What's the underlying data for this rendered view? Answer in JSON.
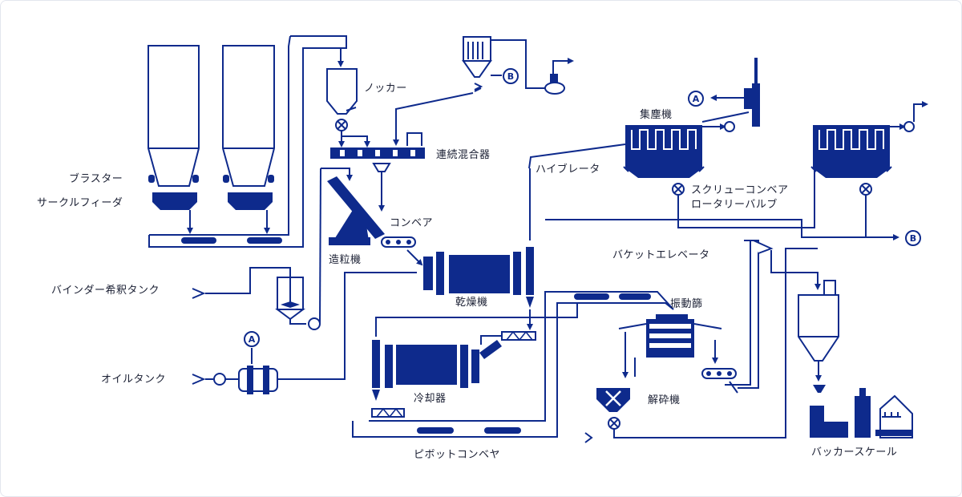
{
  "labels": {
    "blaster": "ブラスター",
    "circle_feeder": "サークルフィーダ",
    "knocker": "ノッカー",
    "continuous_mixer": "連続混合器",
    "conveyor": "コンベア",
    "granulator": "造粒機",
    "binder_tank": "バインダー希釈タンク",
    "oil_tank": "オイルタンク",
    "dryer": "乾燥機",
    "cooler": "冷却器",
    "pivot_conveyor": "ピボットコンベヤ",
    "vibrator": "ハイブレータ",
    "dust_collector": "集塵機",
    "screw_conveyor": "スクリューコンベア",
    "rotary_valve": "ロータリーバルブ",
    "bucket_elevator": "バケットエレベータ",
    "vibrating_screen": "振動篩",
    "crusher": "解砕機",
    "packer_scale": "バッカースケール"
  },
  "connectors": {
    "a": "A",
    "b": "B"
  },
  "colors": {
    "line": "#0e2a8c",
    "text": "#1a1f33",
    "border": "#e3e6ee"
  }
}
